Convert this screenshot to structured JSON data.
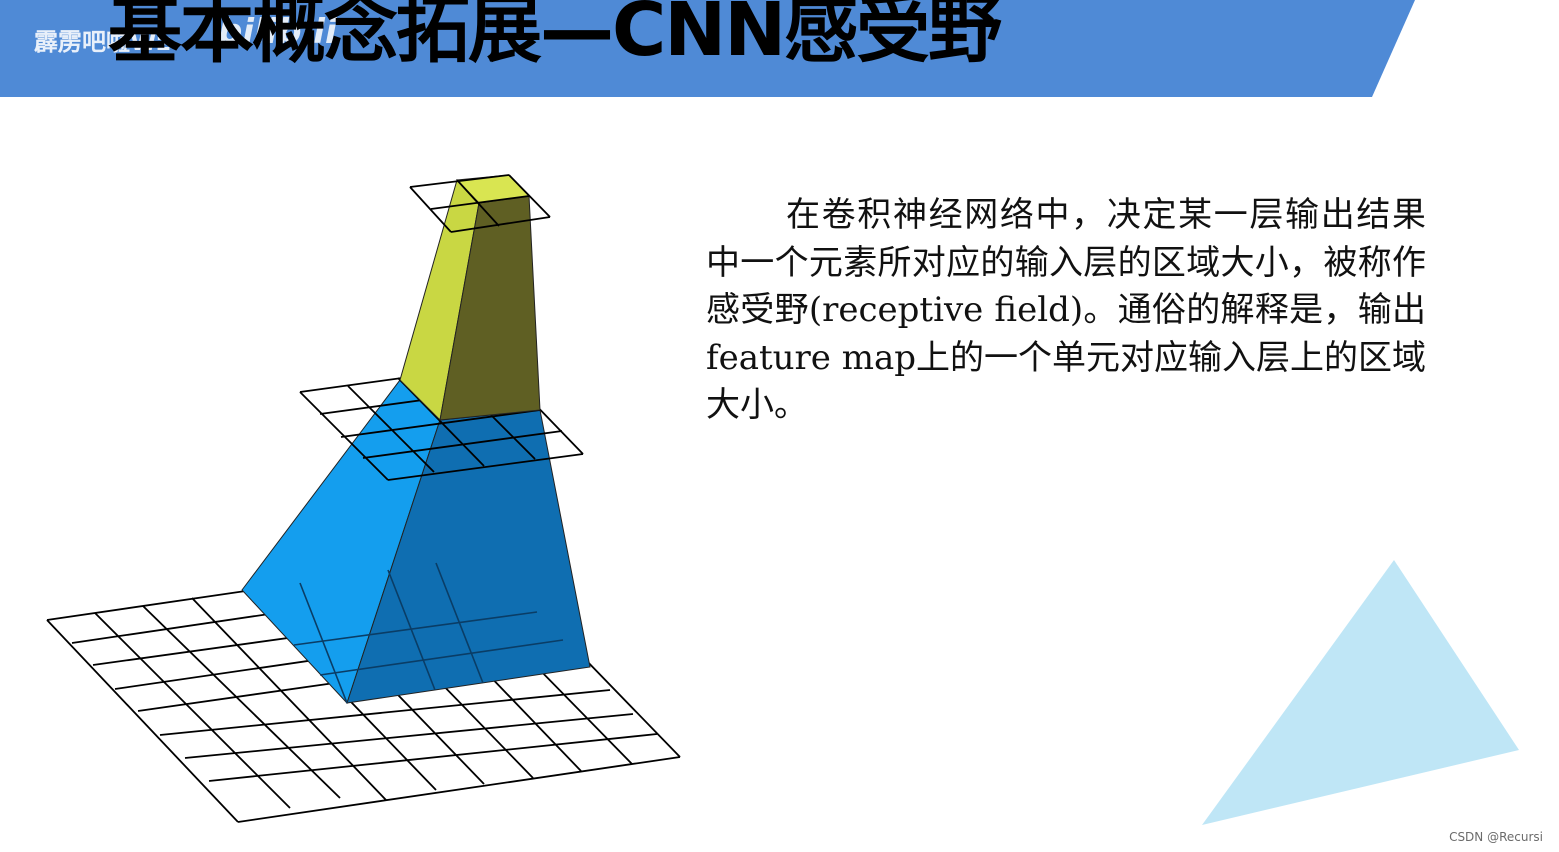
{
  "slide": {
    "title": "基本概念拓展—CNN感受野",
    "watermark_text": "霹雳吧啦Wz",
    "watermark_logo": "bilibili",
    "description": "在卷积神经网络中，决定某一层输出结果中一个元素所对应的输入层的区域大小，被称作感受野(receptive field)。通俗的解释是，输出feature map上的一个单元对应输入层上的区域大小。",
    "credit": "CSDN @Recursi"
  },
  "colors": {
    "banner": "#4f8ad6",
    "input_region_light": "#149eee",
    "input_region_dark": "#0f6eb1",
    "output_unit_light": "#c9d743",
    "output_unit_dark": "#5f5f23",
    "grid_line": "#000000",
    "decor_triangle": "#bfe6f6"
  },
  "icons": {
    "diagram": "receptive-field-pyramid",
    "decoration": "light-blue-triangle"
  }
}
